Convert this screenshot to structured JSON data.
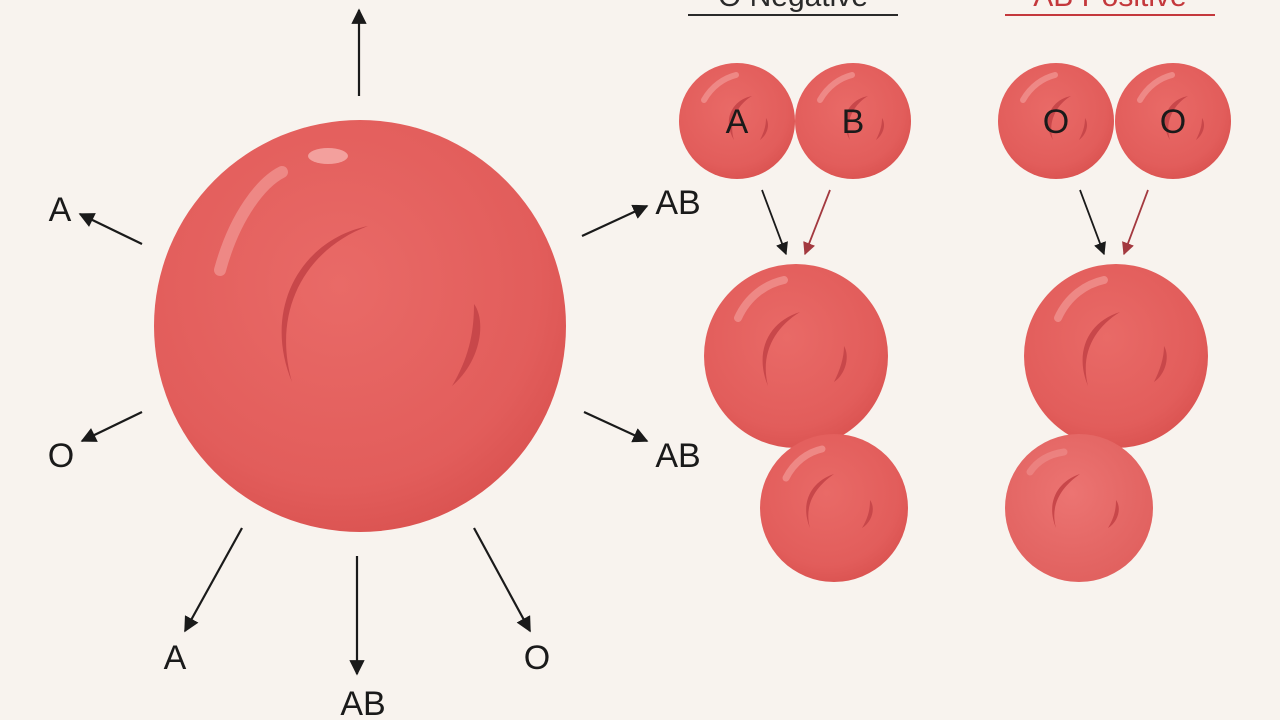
{
  "colors": {
    "background": "#f8f3ee",
    "cell_fill": "#e5605e",
    "cell_dark": "#c8474a",
    "cell_highlight": "#f4a3a0",
    "arrow_dark": "#1a1a1a",
    "arrow_red": "#a3393f",
    "heading_negative": "#2a2a2a",
    "heading_positive": "#c4383c"
  },
  "headings": {
    "negative": "O Negative",
    "positive": "AB Positive"
  },
  "main_cell": {
    "donor_labels": {
      "top_left": "A",
      "top_right": "AB",
      "mid_left": "O",
      "mid_right": "AB",
      "bottom_left": "A",
      "bottom_center": "AB",
      "bottom_right": "O"
    }
  },
  "panel_negative": {
    "top_cells": [
      "A",
      "B"
    ]
  },
  "panel_positive": {
    "top_cells": [
      "O",
      "O"
    ]
  }
}
